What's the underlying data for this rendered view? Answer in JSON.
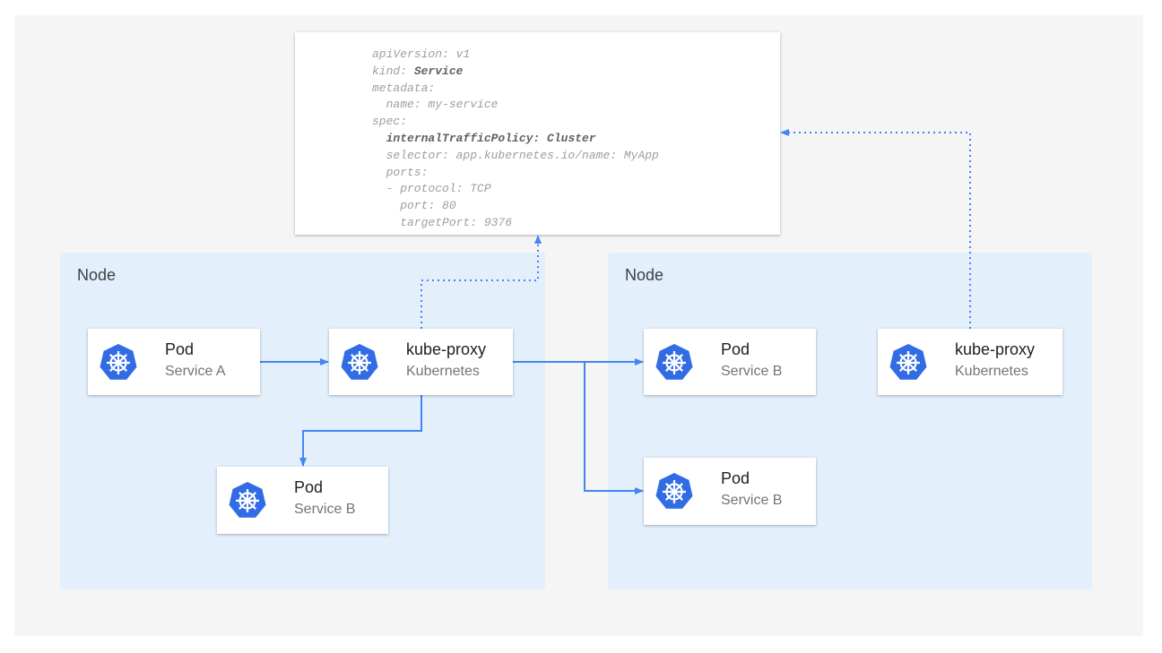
{
  "yaml": {
    "lines": [
      {
        "text": "apiVersion: v1"
      },
      {
        "text": "kind: ",
        "bold": "Service"
      },
      {
        "text": "metadata:"
      },
      {
        "text": "  name: my-service"
      },
      {
        "text": "spec:"
      },
      {
        "text": "  ",
        "bold": "internalTrafficPolicy: Cluster"
      },
      {
        "text": "  selector: app.kubernetes.io/name: MyApp"
      },
      {
        "text": "  ports:"
      },
      {
        "text": "  - protocol: TCP"
      },
      {
        "text": "    port: 80"
      },
      {
        "text": "    targetPort: 9376"
      }
    ]
  },
  "nodes": [
    {
      "label": "Node"
    },
    {
      "label": "Node"
    }
  ],
  "cards": [
    {
      "title": "Pod",
      "subtitle": "Service A",
      "icon": "kubernetes-icon"
    },
    {
      "title": "kube-proxy",
      "subtitle": "Kubernetes",
      "icon": "kubernetes-icon"
    },
    {
      "title": "Pod",
      "subtitle": "Service B",
      "icon": "kubernetes-icon"
    },
    {
      "title": "Pod",
      "subtitle": "Service B",
      "icon": "kubernetes-icon"
    },
    {
      "title": "kube-proxy",
      "subtitle": "Kubernetes",
      "icon": "kubernetes-icon"
    },
    {
      "title": "Pod",
      "subtitle": "Service B",
      "icon": "kubernetes-icon"
    }
  ],
  "colors": {
    "arrow": "#4285f4",
    "k8s_blue": "#326ce5",
    "node_bg": "#e3f0fc",
    "panel_bg": "#f5f5f5"
  }
}
